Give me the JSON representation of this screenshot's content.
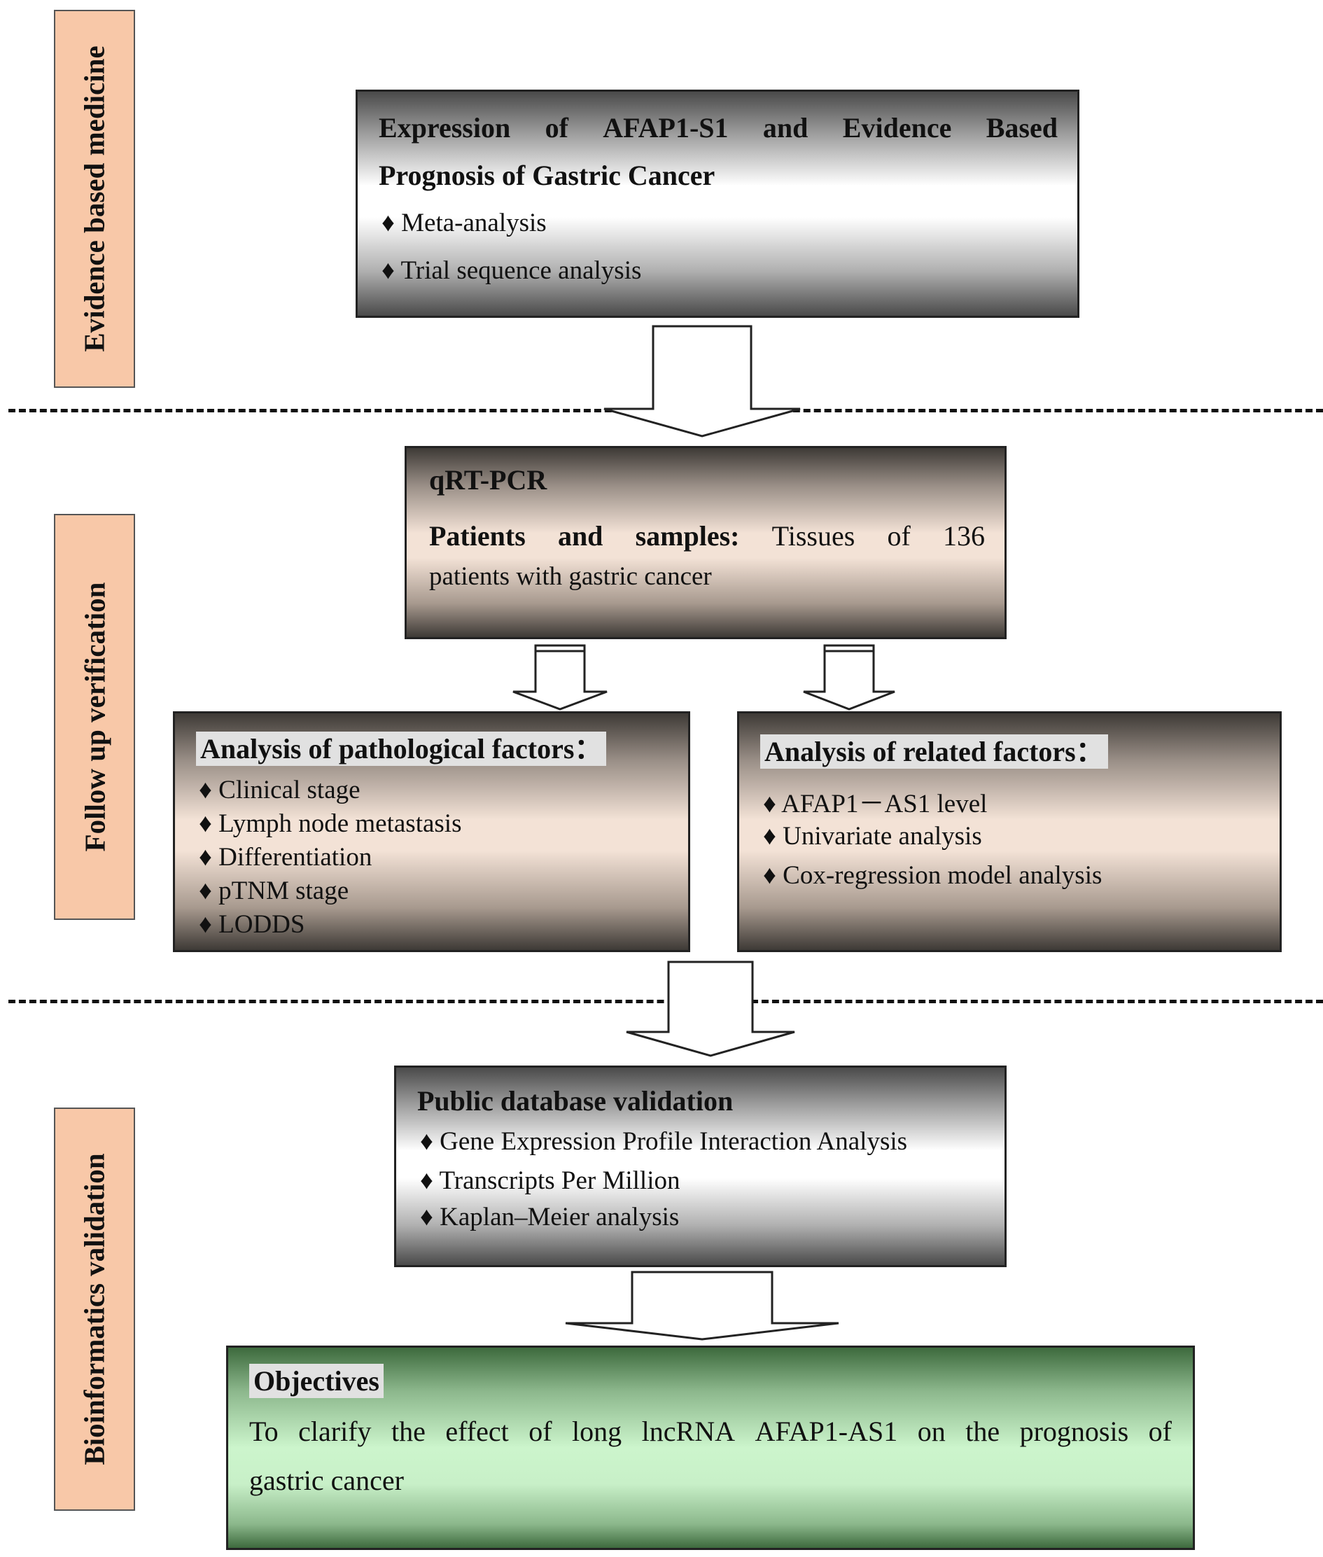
{
  "sides": {
    "evidence": "Evidence based medicine",
    "follow": "Follow up verification",
    "bioinf": "Bioinformatics validation"
  },
  "box1": {
    "title_line1": [
      "Expression",
      "of",
      "AFAP1-S1",
      "and",
      "Evidence",
      "Based"
    ],
    "title_line2": "Prognosis of Gastric Cancer",
    "items": [
      "Meta-analysis",
      "Trial sequence analysis"
    ]
  },
  "box2": {
    "title": "qRT-PCR",
    "label_words": [
      "Patients",
      "and",
      "samples:"
    ],
    "value_words": [
      "Tissues",
      "of",
      "136"
    ],
    "line2": "patients with gastric cancer"
  },
  "box3": {
    "title": "Analysis of pathological factors：",
    "items": [
      "Clinical stage",
      "Lymph node metastasis",
      "Differentiation",
      "pTNM stage",
      "LODDS"
    ]
  },
  "box4": {
    "title": "Analysis of related factors：",
    "items": [
      "AFAP1－AS1 level",
      "Univariate analysis",
      "Cox-regression model analysis"
    ]
  },
  "box5": {
    "title": "Public database validation",
    "items": [
      "Gene Expression Profile Interaction Analysis",
      "Transcripts Per Million",
      "Kaplan–Meier analysis"
    ]
  },
  "box6": {
    "title": "Objectives",
    "line1_words": [
      "To",
      "clarify",
      "the",
      "effect",
      "of",
      "long",
      "lncRNA",
      "AFAP1-AS1",
      "on",
      "the",
      "prognosis",
      "of"
    ],
    "line2": "gastric cancer"
  },
  "bullet": "♦"
}
